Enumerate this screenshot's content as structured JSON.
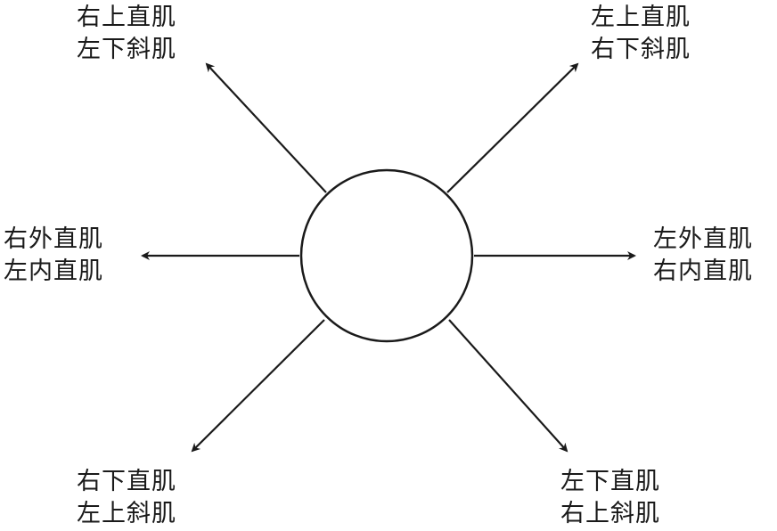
{
  "diagram": {
    "up_left": {
      "line1": "右上直肌",
      "line2": "左下斜肌"
    },
    "up_right": {
      "line1": "左上直肌",
      "line2": "右下斜肌"
    },
    "left": {
      "line1": "右外直肌",
      "line2": "左内直肌"
    },
    "right": {
      "line1": "左外直肌",
      "line2": "右内直肌"
    },
    "down_left": {
      "line1": "右下直肌",
      "line2": "左上斜肌"
    },
    "down_right": {
      "line1": "左下直肌",
      "line2": "右上斜肌"
    },
    "colors": {
      "stroke": "#1a1a1a",
      "background": "#ffffff"
    }
  }
}
